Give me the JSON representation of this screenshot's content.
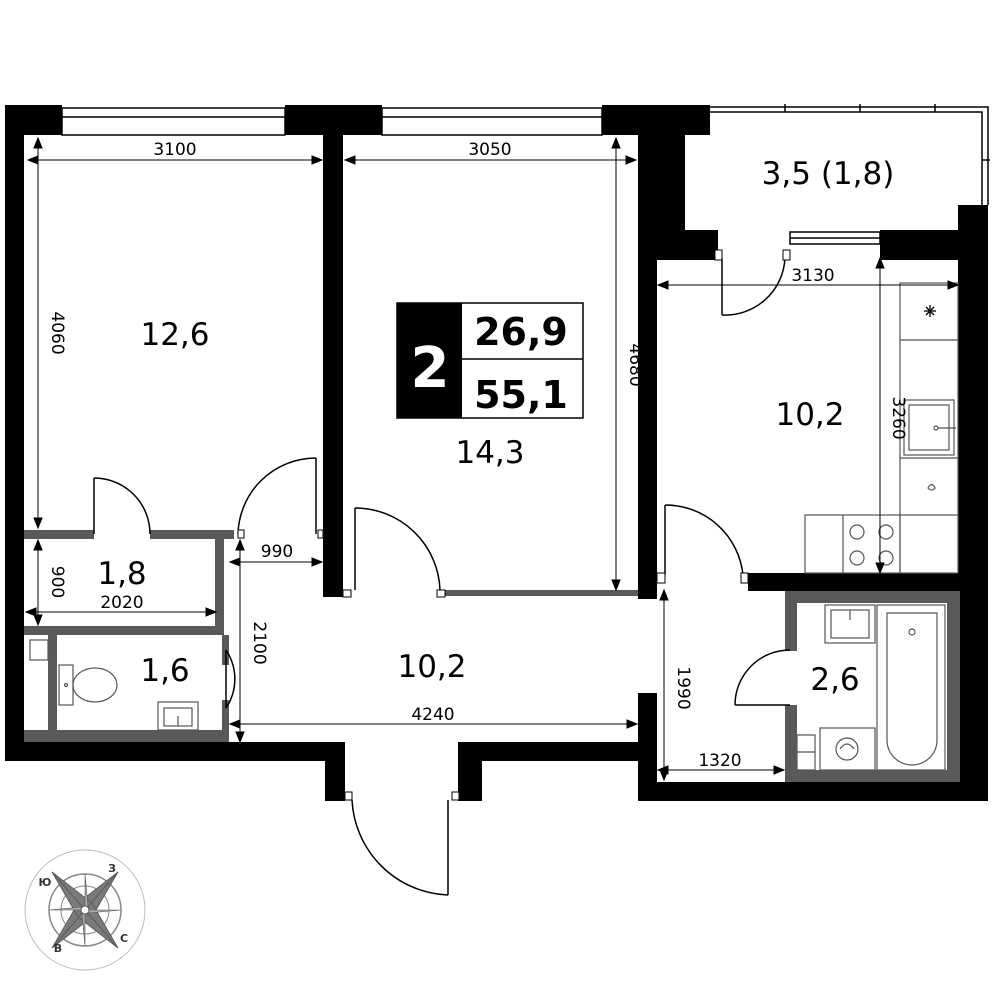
{
  "badge": {
    "rooms": "2",
    "living_area": "26,9",
    "total_area": "55,1"
  },
  "rooms": {
    "bedroom": "12,6",
    "living_room": "14,3",
    "kitchen": "10,2",
    "hallway": "10,2",
    "balcony": "3,5 (1,8)",
    "closet": "1,8",
    "toilet": "1,6",
    "bathroom": "2,6"
  },
  "dimensions": {
    "bedroom_width": "3100",
    "bedroom_length": "4060",
    "living_width": "3050",
    "living_length": "4680",
    "kitchen_width": "3130",
    "kitchen_length": "3260",
    "closet_width": "2020",
    "closet_length": "900",
    "door_gap": "990",
    "toilet_length": "2100",
    "hall_width": "4240",
    "corridor_length": "1990",
    "corridor_width": "1320"
  },
  "compass": {
    "north": "С",
    "south": "Ю",
    "east": "В",
    "west": "З"
  },
  "colors": {
    "wall": "#000000",
    "partition": "#595959",
    "line": "#000000",
    "fixture": "#555555"
  },
  "icons": [
    "compass-rose-icon",
    "toilet-icon",
    "sink-icon",
    "bathtub-icon",
    "stove-icon",
    "washing-machine-icon",
    "fridge-icon",
    "door-swing-icon"
  ]
}
